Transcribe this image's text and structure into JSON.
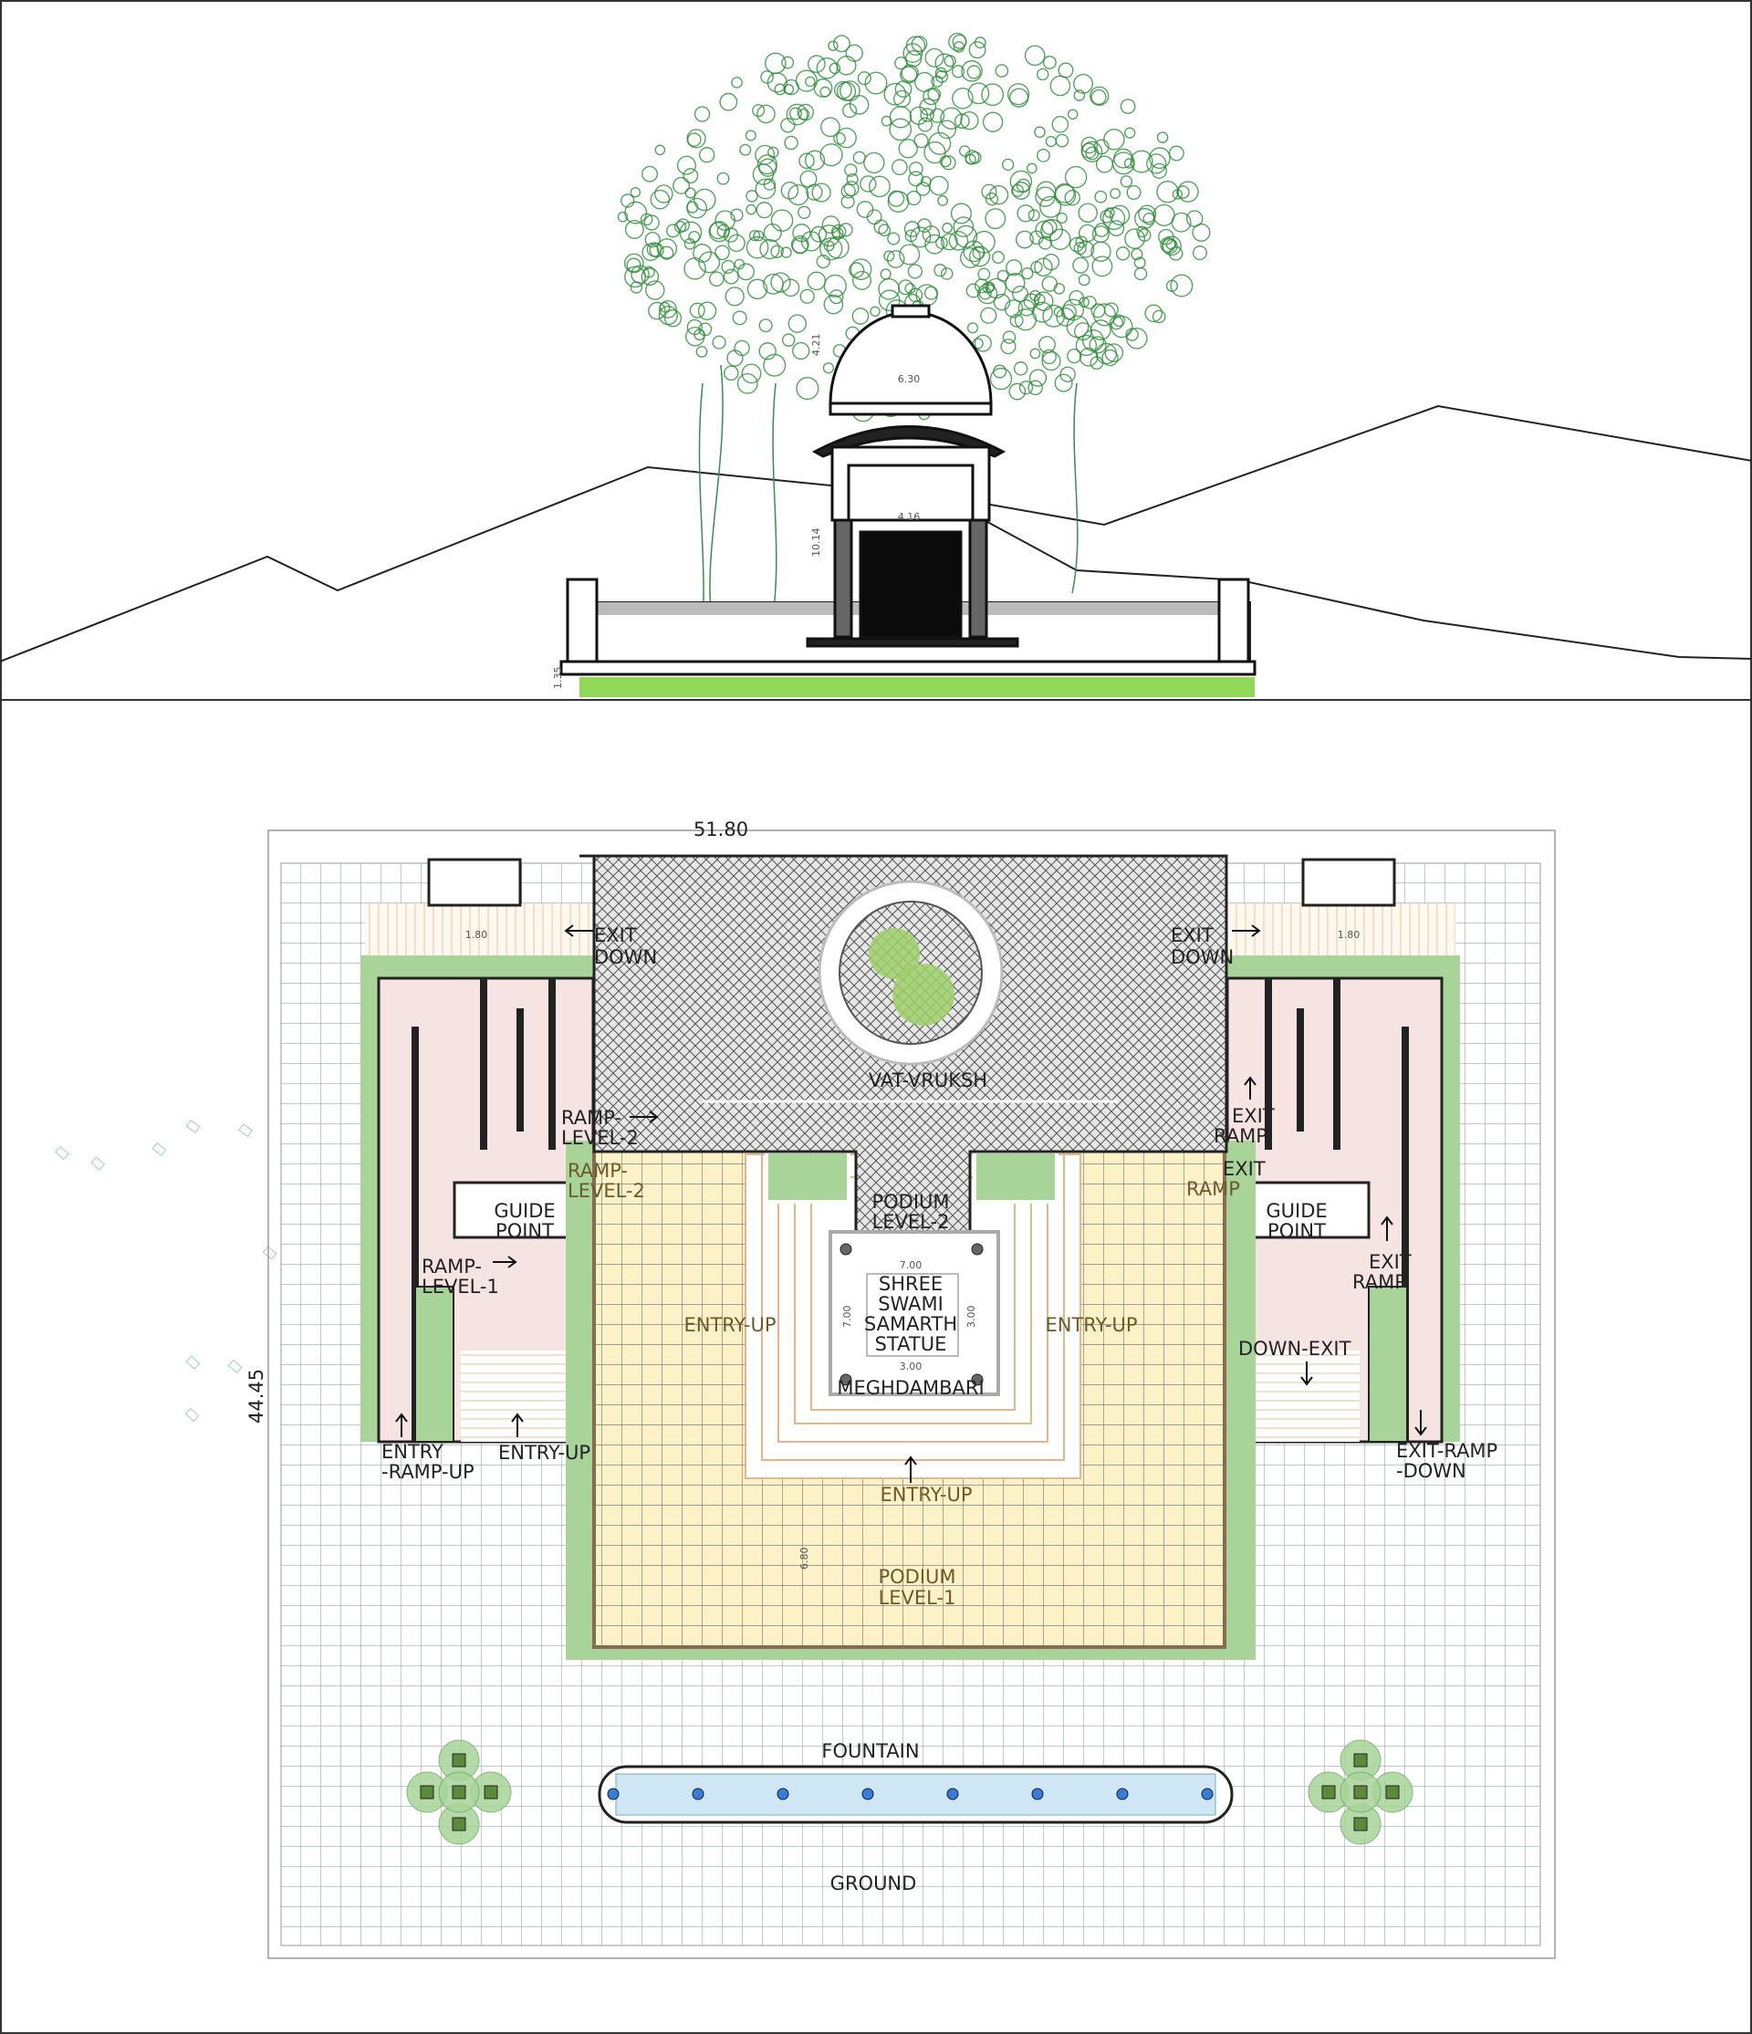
{
  "elevation": {
    "dims": {
      "dome_width": "6.30",
      "arch_width": "4.16",
      "dome_height": "4.21",
      "total_height": "10.14",
      "plinth_height": "1.35"
    }
  },
  "plan": {
    "dims": {
      "overall_width": "51.80",
      "overall_depth": "44.45",
      "ramp_width_left": "1.80",
      "ramp_width_right": "1.80",
      "platform_w": "7.00",
      "platform_d": "7.00",
      "statue_w": "3.00",
      "statue_d": "3.00",
      "podium_depth": "6.80"
    },
    "labels": {
      "exit_down_left": [
        "EXIT",
        "DOWN"
      ],
      "exit_down_right": [
        "EXIT",
        "DOWN"
      ],
      "vat_vruksh": "VAT-VRUKSH",
      "ramp_level2_a": [
        "RAMP-",
        "LEVEL-2"
      ],
      "ramp_level2_b": [
        "RAMP-",
        "LEVEL-2"
      ],
      "guide_point_left": [
        "GUIDE",
        "POINT"
      ],
      "guide_point_right": [
        "GUIDE",
        "POINT"
      ],
      "ramp_level1": [
        "RAMP-",
        "LEVEL-1"
      ],
      "entry_up_left": "ENTRY-UP",
      "entry_up_right": "ENTRY-UP",
      "podium_level2": [
        "PODIUM",
        "LEVEL-2"
      ],
      "statue": [
        "SHREE",
        "SWAMI",
        "SAMARTH",
        "STATUE"
      ],
      "meghdambari": "MEGHDAMBARI",
      "entry_ramp_up": [
        "ENTRY",
        "-RAMP-UP"
      ],
      "entry_up_steps": "ENTRY-UP",
      "entry_up_center": "ENTRY-UP",
      "podium_level1": [
        "PODIUM",
        "LEVEL-1"
      ],
      "exit_ramp_a": [
        "EXIT",
        "RAMP"
      ],
      "exit_ramp_b": [
        "EXIT",
        "RAMP"
      ],
      "exit_ramp_c": [
        "EXIT",
        "RAMP"
      ],
      "down_exit": "DOWN-EXIT",
      "exit_ramp_down": [
        "EXIT-RAMP",
        "-DOWN"
      ],
      "fountain": "FOUNTAIN",
      "ground": "GROUND"
    }
  },
  "colors": {
    "tree": "#2e8b3a",
    "lawn": "#a8d49a",
    "ramp": "#f6e4e2",
    "podium": "#fdf1c8",
    "water": "#cfe6f5"
  }
}
